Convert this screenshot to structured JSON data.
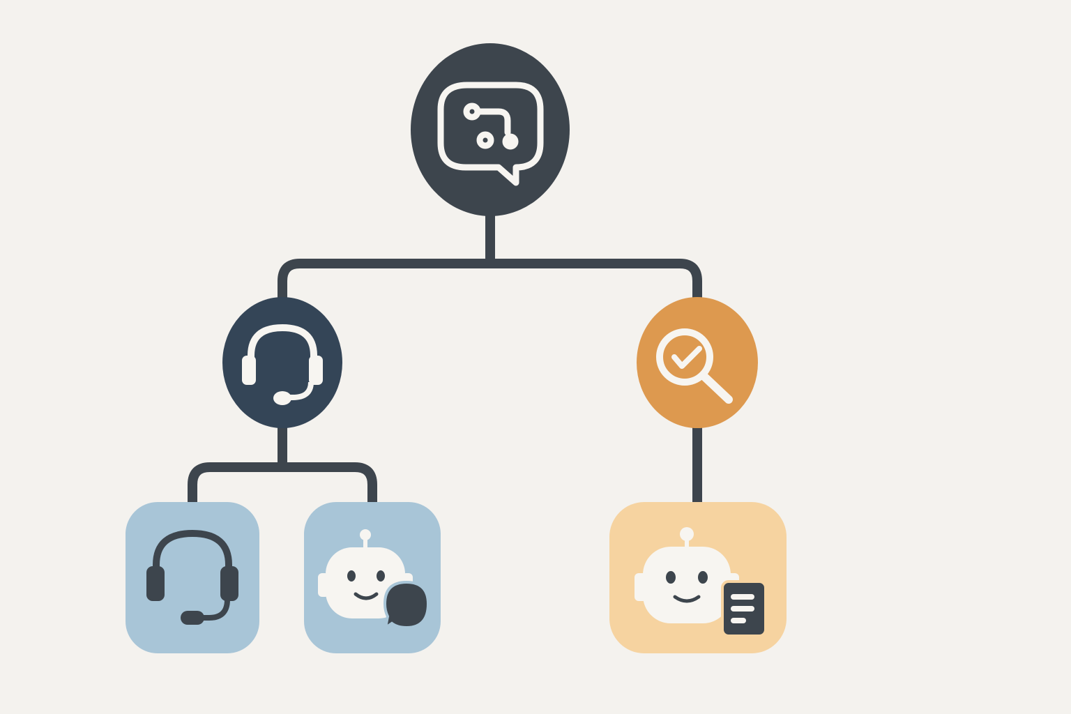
{
  "diagram": {
    "type": "hierarchy",
    "colors": {
      "background": "#f4f2ee",
      "connector": "#3d454d",
      "root": "#3d454d",
      "support_branch": "#344557",
      "review_branch": "#dd994f",
      "support_leaf": "#a8c5d7",
      "review_leaf": "#f6d3a0",
      "icon_light": "#f7f5f1",
      "icon_dark": "#3d454d"
    },
    "nodes": [
      {
        "id": "root",
        "icon": "chat-routing-icon"
      },
      {
        "id": "support",
        "parent": "root",
        "icon": "headset-icon"
      },
      {
        "id": "review",
        "parent": "root",
        "icon": "search-check-icon"
      },
      {
        "id": "human-agent",
        "parent": "support",
        "icon": "headset-icon"
      },
      {
        "id": "chat-bot",
        "parent": "support",
        "icon": "robot-chat-icon"
      },
      {
        "id": "doc-bot",
        "parent": "review",
        "icon": "robot-document-icon"
      }
    ]
  }
}
